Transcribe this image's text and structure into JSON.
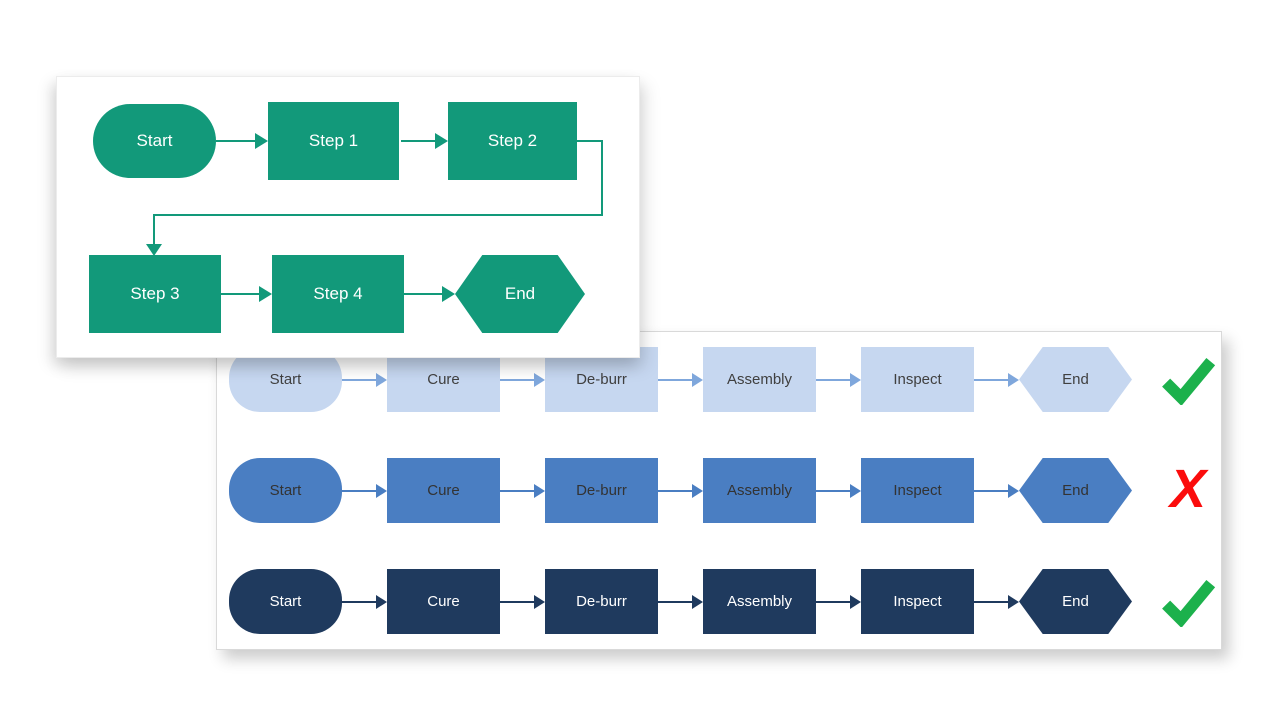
{
  "panel1": {
    "color": "#12997A",
    "text_color": "#FFFFFF",
    "nodes": [
      {
        "type": "stadium",
        "label": "Start"
      },
      {
        "type": "rect",
        "label": "Step 1"
      },
      {
        "type": "rect",
        "label": "Step 2"
      },
      {
        "type": "rect",
        "label": "Step 3"
      },
      {
        "type": "rect",
        "label": "Step 4"
      },
      {
        "type": "hexagon",
        "label": "End"
      }
    ]
  },
  "panel2": {
    "steps": [
      "Start",
      "Cure",
      "De-burr",
      "Assembly",
      "Inspect",
      "End"
    ],
    "rows": [
      {
        "variant": "light",
        "fill": "#C6D7F0",
        "text": "#404040",
        "arrow": "#7FA7DC",
        "result": "pass"
      },
      {
        "variant": "medium",
        "fill": "#4A7EC2",
        "text": "#333333",
        "arrow": "#4A7EC2",
        "result": "fail"
      },
      {
        "variant": "dark",
        "fill": "#1F3A5E",
        "text": "#FFFFFF",
        "arrow": "#1F3A5E",
        "result": "pass"
      }
    ],
    "icons": {
      "pass_color": "#1CB14C",
      "fail_color": "#FB0C0C",
      "fail_glyph": "X"
    }
  }
}
